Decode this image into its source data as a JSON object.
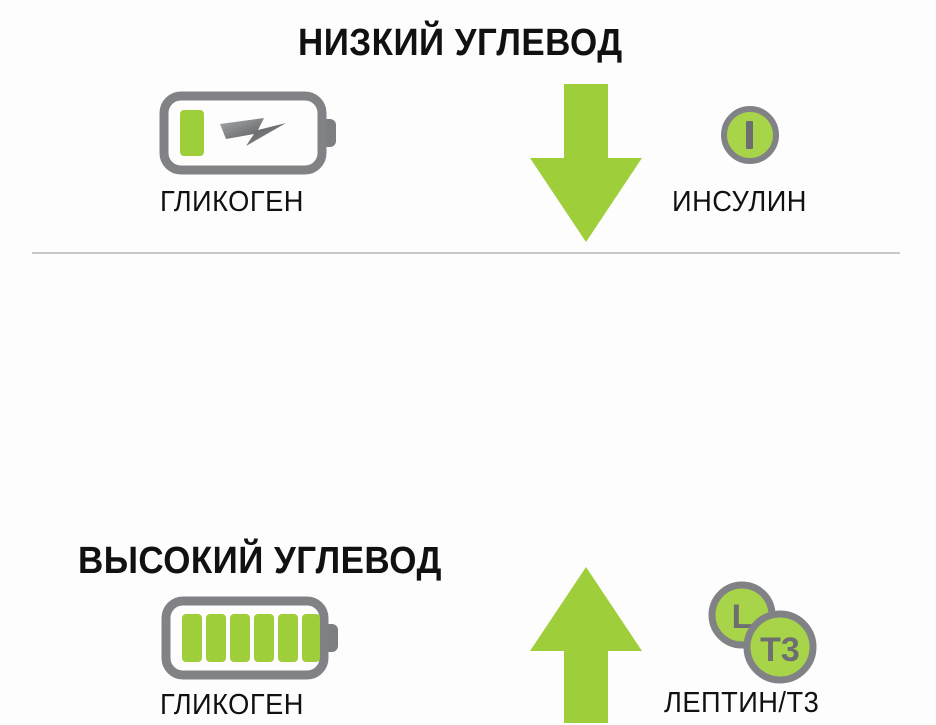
{
  "palette": {
    "background": "#fdfdfd",
    "green": "#9ece39",
    "green_light": "#a8d44a",
    "gray_outline": "#808285",
    "gray_dark": "#6d6e71",
    "text": "#111111",
    "divider": "#c9c9cc"
  },
  "divider": {
    "name": "section-divider"
  },
  "sections": [
    {
      "id": "low-carb",
      "heading": "НИЗКИЙ УГЛЕВОД",
      "battery": {
        "label": "ГЛИКОГЕН",
        "bars_filled": 1,
        "bars_total": 6,
        "has_bolt": true,
        "bolt_icon": "lightning-bolt-icon",
        "state": "low"
      },
      "arrow": {
        "direction": "down",
        "icon": "arrow-down-icon",
        "color": "#9ece39"
      },
      "hormones": {
        "label": "ИНСУЛИН",
        "badges": [
          {
            "text": "I",
            "icon": "insulin-badge-icon"
          }
        ]
      }
    },
    {
      "id": "high-carb",
      "heading": "ВЫСОКИЙ УГЛЕВОД",
      "battery": {
        "label": "ГЛИКОГЕН",
        "bars_filled": 6,
        "bars_total": 6,
        "has_bolt": false,
        "bolt_icon": "",
        "state": "full"
      },
      "arrow": {
        "direction": "up",
        "icon": "arrow-up-icon",
        "color": "#9ece39"
      },
      "hormones": {
        "label": "ЛЕПТИН/Т3",
        "badges": [
          {
            "text": "L",
            "icon": "leptin-badge-icon"
          },
          {
            "text": "T3",
            "icon": "t3-badge-icon"
          }
        ]
      }
    }
  ]
}
